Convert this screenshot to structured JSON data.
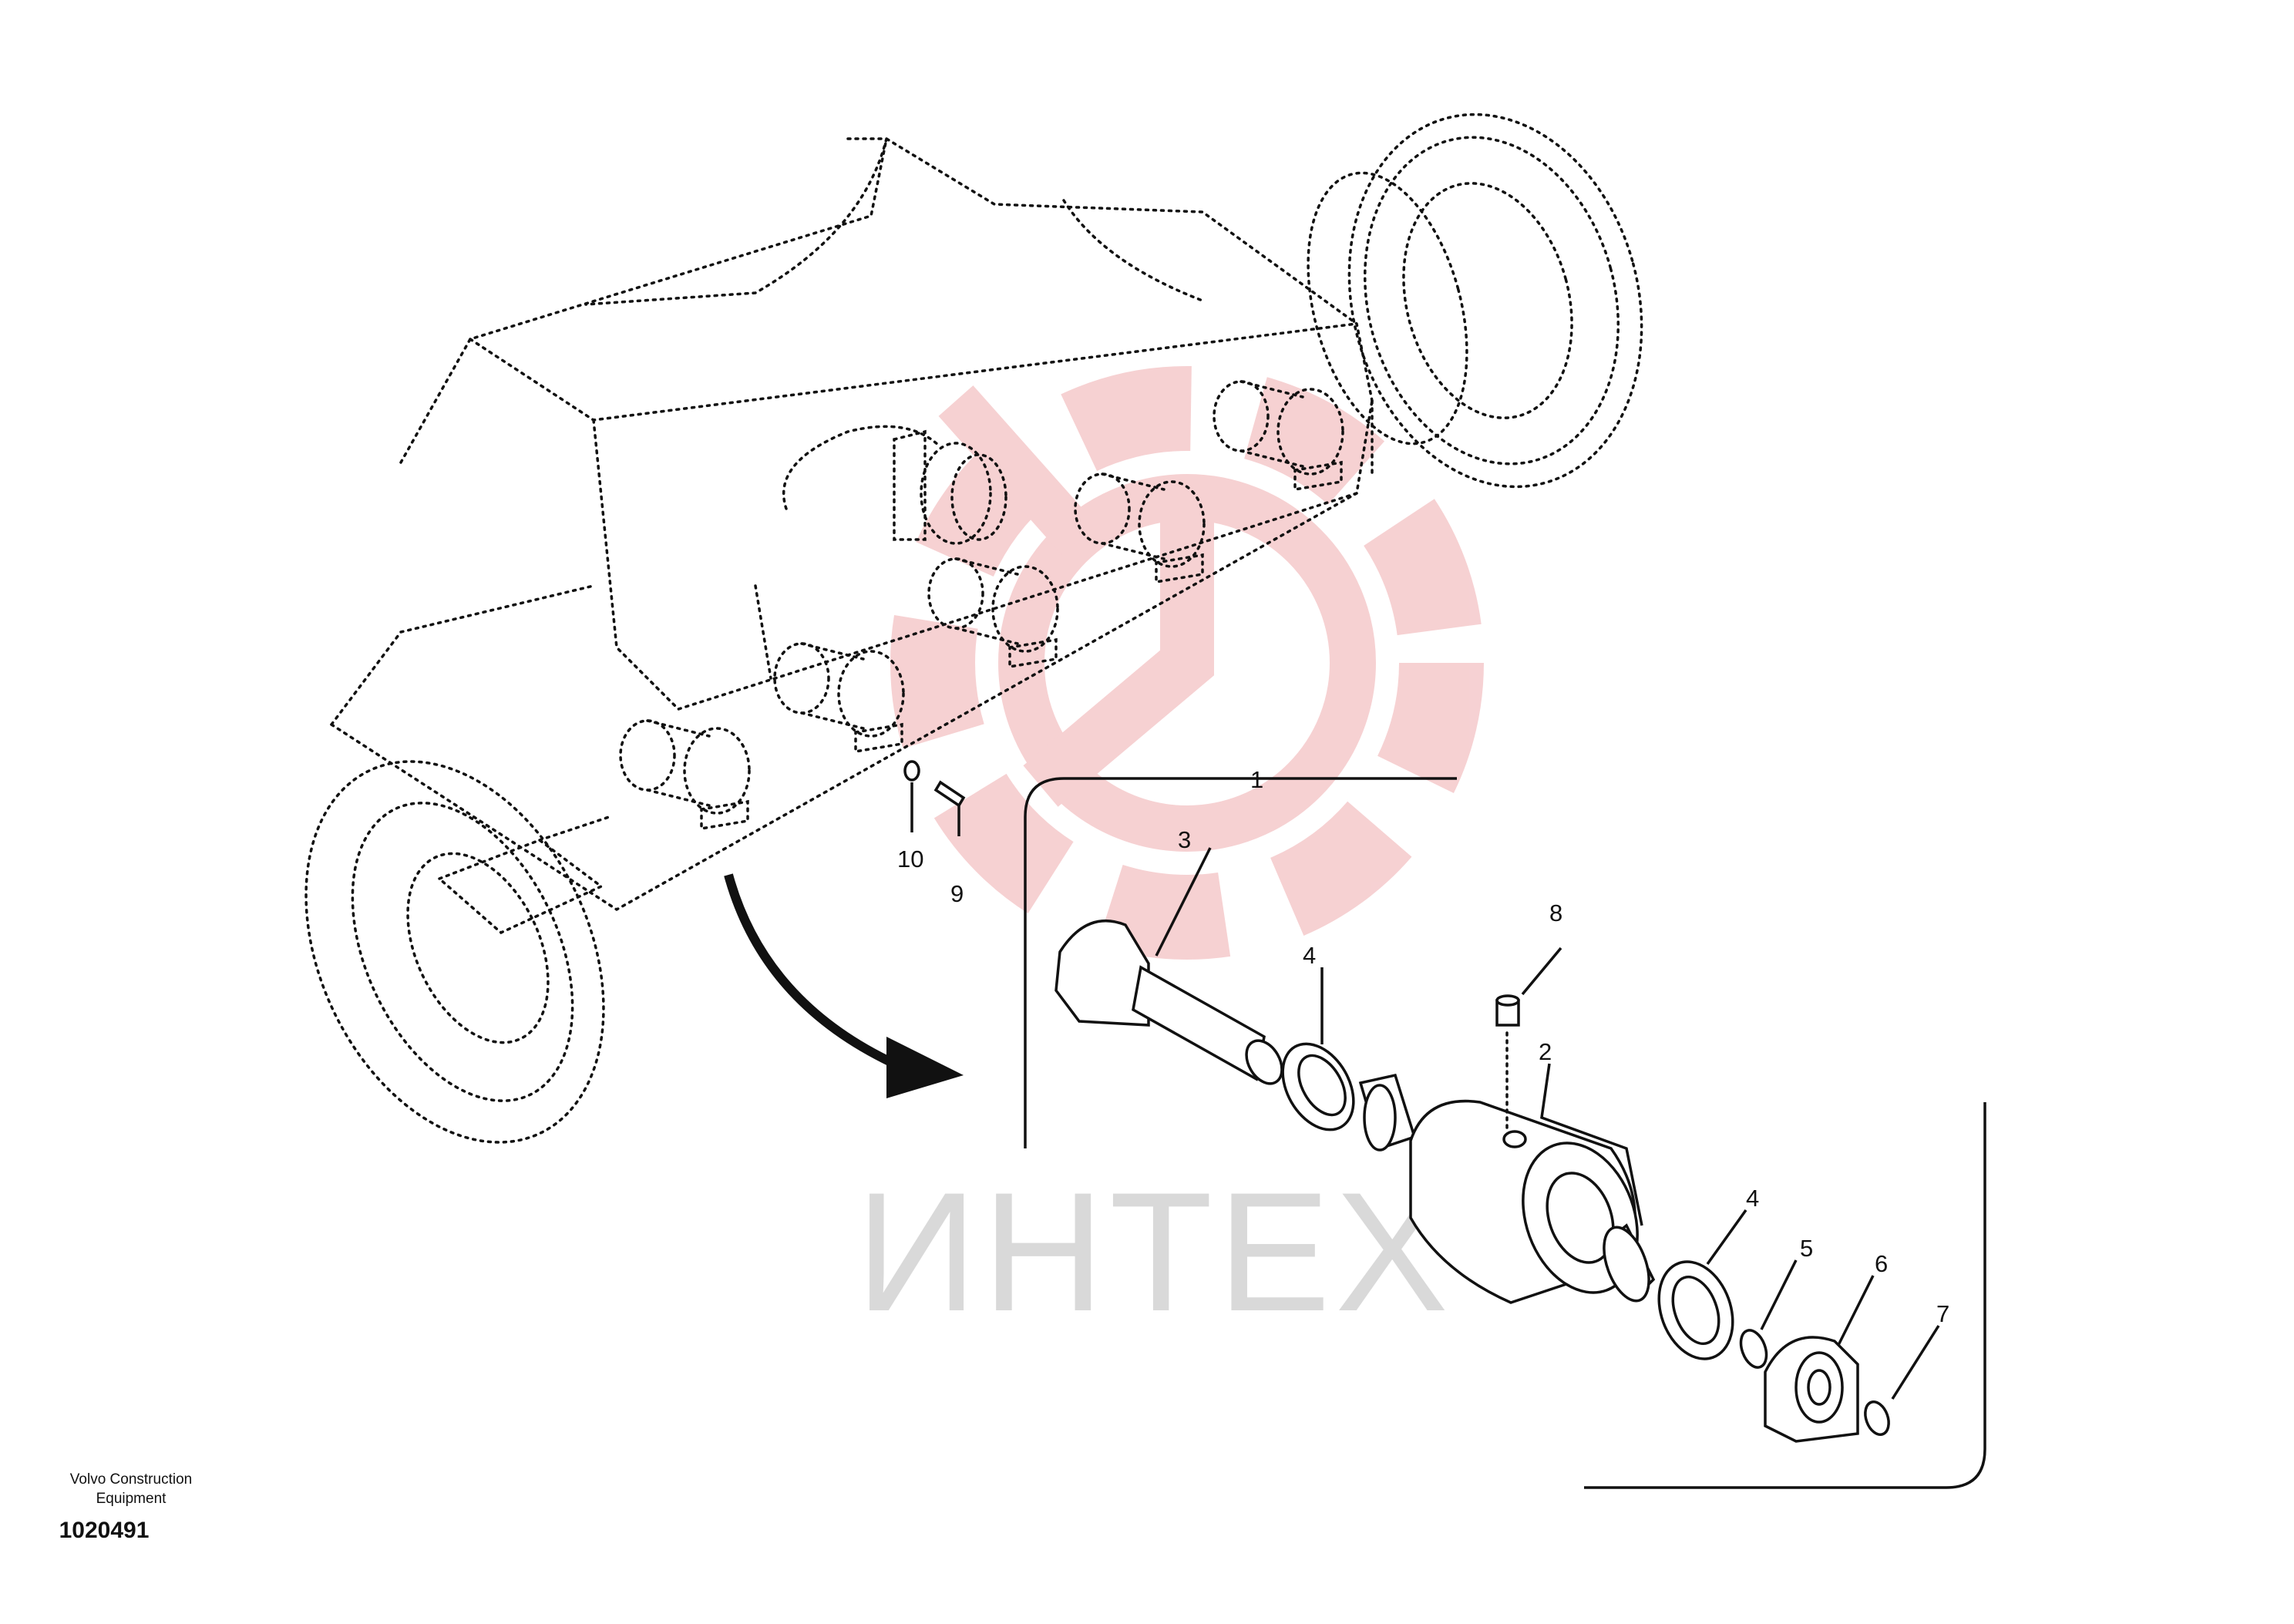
{
  "drawing": {
    "manufacturer_line1": "Volvo Construction",
    "manufacturer_line2": "Equipment",
    "drawing_number": "1020491"
  },
  "watermark": {
    "text": "ИНТЕХ",
    "color": "#f4c6c8"
  },
  "callouts": {
    "c1": "1",
    "c2": "2",
    "c3": "3",
    "c4a": "4",
    "c4b": "4",
    "c5": "5",
    "c6": "6",
    "c7": "7",
    "c8": "8",
    "c9": "9",
    "c10": "10"
  }
}
